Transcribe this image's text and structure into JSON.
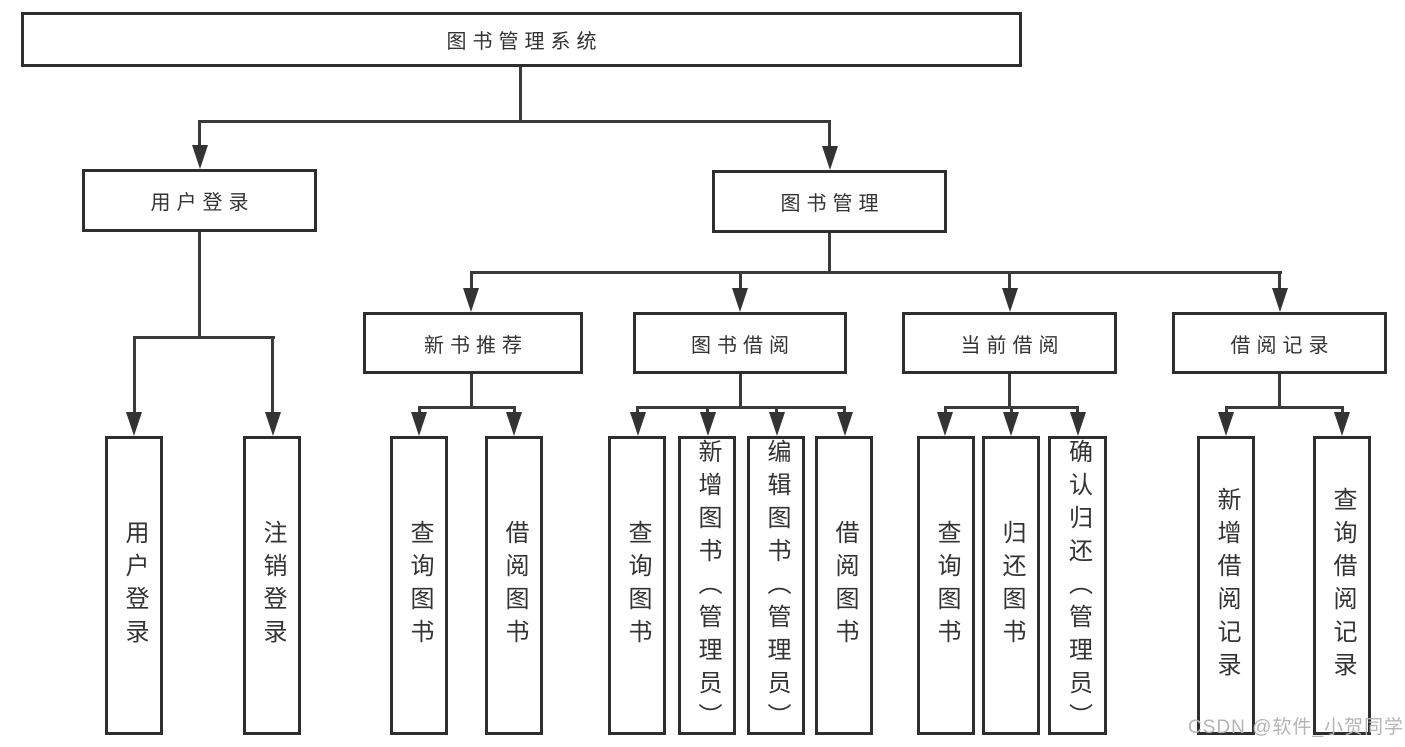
{
  "page": {
    "background": "#ffffff",
    "line_color": "#3a3a3a",
    "border_color": "#2e2e2e",
    "text_color": "#333333"
  },
  "watermark": {
    "text": "CSDN @软件_小贺同学",
    "color": "#b5b5b5"
  },
  "tree": {
    "root": "图书管理系统",
    "level1": [
      "用户登录",
      "图书管理"
    ],
    "level2": [
      "新书推荐",
      "图书借阅",
      "当前借阅",
      "借阅记录"
    ],
    "leaves": [
      "用户登录",
      "注销登录",
      "查询图书",
      "借阅图书",
      "查询图书",
      "新增图书（管理员）",
      "编辑图书（管理员）",
      "借阅图书",
      "查询图书",
      "归还图书",
      "确认归还（管理员）",
      "新增借阅记录",
      "查询借阅记录"
    ]
  }
}
